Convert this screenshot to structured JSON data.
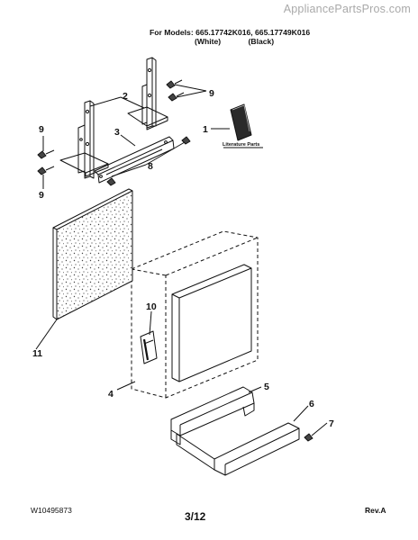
{
  "watermark": "AppliancePartsPros.com",
  "header": {
    "models_line": "For Models: 665.17742K016, 665.17749K016",
    "color_white": "(White)",
    "color_black": "(Black)"
  },
  "callouts": {
    "c1": "1",
    "c2": "2",
    "c3": "3",
    "c4": "4",
    "c5": "5",
    "c6": "6",
    "c7": "7",
    "c8": "8",
    "c9a": "9",
    "c9b": "9",
    "c9c": "9",
    "c10": "10",
    "c11": "11"
  },
  "literature_label": "Literature Parts",
  "footer": {
    "doc_number": "W10495873",
    "page": "3/12",
    "revision": "Rev.A"
  }
}
